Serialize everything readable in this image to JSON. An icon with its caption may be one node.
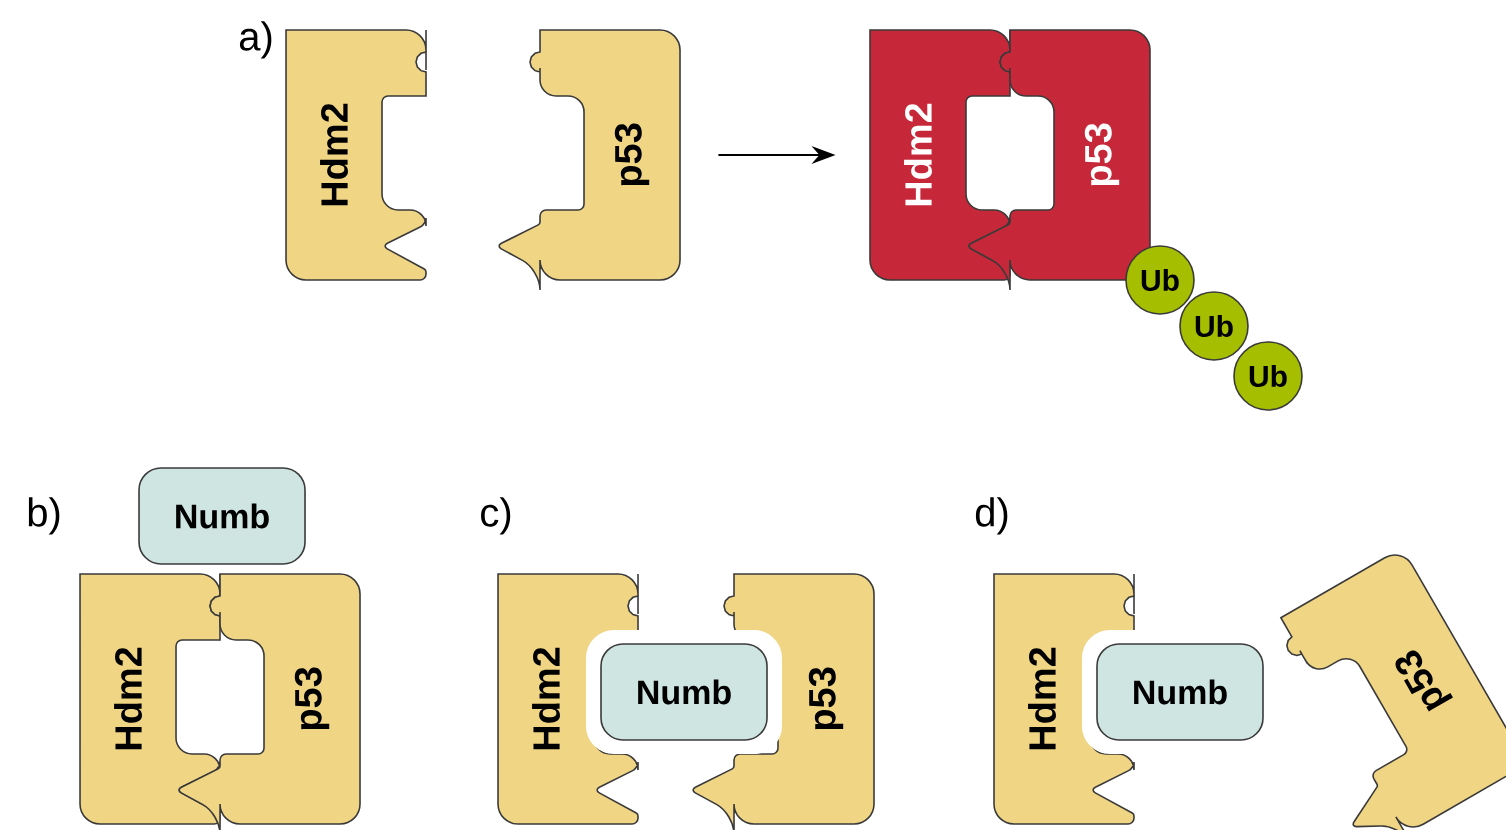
{
  "diagram": {
    "nodes": [
      {
        "text": [
          "Hdm2"
        ]
      },
      {
        "text": [
          "p53"
        ]
      },
      {
        "text": [
          "Hdm2"
        ]
      },
      {
        "text": [
          "p53"
        ]
      },
      {
        "text": [
          "Ub"
        ]
      },
      {
        "text": [
          "Ub"
        ]
      },
      {
        "text": [
          "Ub"
        ]
      },
      {
        "text": [
          "Numb"
        ]
      },
      {
        "text": [
          "Hdm2"
        ]
      },
      {
        "text": [
          "p53"
        ]
      },
      {
        "text": [
          "Hdm2"
        ]
      },
      {
        "text": [
          "Numb"
        ]
      },
      {
        "text": [
          "p53"
        ]
      },
      {
        "text": [
          "Hdm2"
        ]
      },
      {
        "text": [
          "Numb"
        ]
      },
      {
        "text": [
          "p53"
        ]
      }
    ],
    "edges": [
      {
        "from": 1,
        "to": 2,
        "arrow": "to"
      }
    ],
    "labels": [
      "a)",
      "b)",
      "c)",
      "d)"
    ]
  }
}
